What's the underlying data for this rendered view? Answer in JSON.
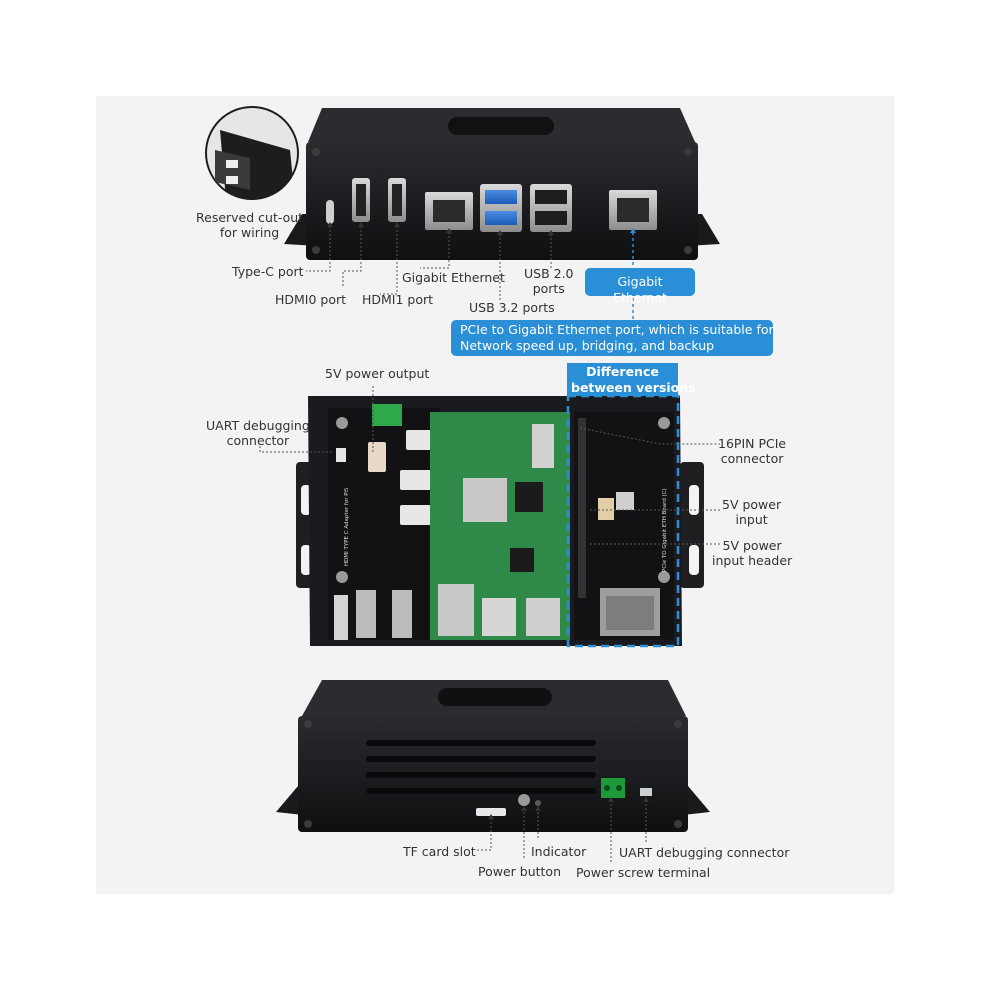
{
  "top_view": {
    "inset_label": "Reserved cut-out\nfor wiring",
    "labels": {
      "type_c": "Type-C port",
      "hdmi0": "HDMI0 port",
      "hdmi1": "HDMI1 port",
      "gigabit_left": "Gigabit Ethernet",
      "usb32": "USB 3.2 ports",
      "usb20": "USB 2.0\nports"
    },
    "callout_gigabit": "Gigabit Ethernet",
    "callout_pcie": "PCIe to Gigabit Ethernet port, which is suitable for\nNetwork speed up, bridging, and backup"
  },
  "middle_view": {
    "badge_difference": "Difference\nbetween versions",
    "labels": {
      "power_output": "5V power output",
      "uart": "UART debugging\nconnector",
      "pcie16": "16PIN PCIe\nconnector",
      "power_input": "5V power\ninput",
      "power_header": "5V power\ninput header"
    },
    "board_text_left": "HDMI TYPE C Adapter for Pi5",
    "board_text_right": "PCIe TO Gigabit ETH Board (C)"
  },
  "bottom_view": {
    "labels": {
      "tf": "TF card slot",
      "indicator": "Indicator",
      "power_button": "Power button",
      "power_screw": "Power screw terminal",
      "uart": "UART debugging connector"
    }
  },
  "colors": {
    "accent": "#2a8fd6",
    "case": "#16171a",
    "pcb_green": "#2f8a4a",
    "terminal_green": "#1f9a3a"
  }
}
